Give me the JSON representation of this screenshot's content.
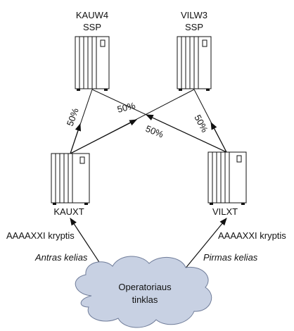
{
  "servers": {
    "kauw4": {
      "line1": "KAUW4",
      "line2": "SSP"
    },
    "vilw3": {
      "line1": "VILW3",
      "line2": "SSP"
    },
    "kauxt": {
      "label": "KAUXT"
    },
    "vilxt": {
      "label": "VILXT"
    }
  },
  "links": {
    "kauxt_to_kauw4": "50%",
    "kauxt_to_vilw3": "50%",
    "vilxt_to_kauw4": "50%",
    "vilxt_to_vilw3": "50%"
  },
  "inbound": {
    "left": {
      "direction": "AAAAXXI kryptis",
      "path": "Antras kelias"
    },
    "right": {
      "direction": "AAAAXXI kryptis",
      "path": "Pirmas kelias"
    }
  },
  "cloud": {
    "line1": "Operatoriaus",
    "line2": "tinklas"
  },
  "colors": {
    "stroke": "#111111",
    "cloud_fill": "#c8d1e3",
    "cloud_stroke": "#6f7c99",
    "background": "#ffffff"
  }
}
